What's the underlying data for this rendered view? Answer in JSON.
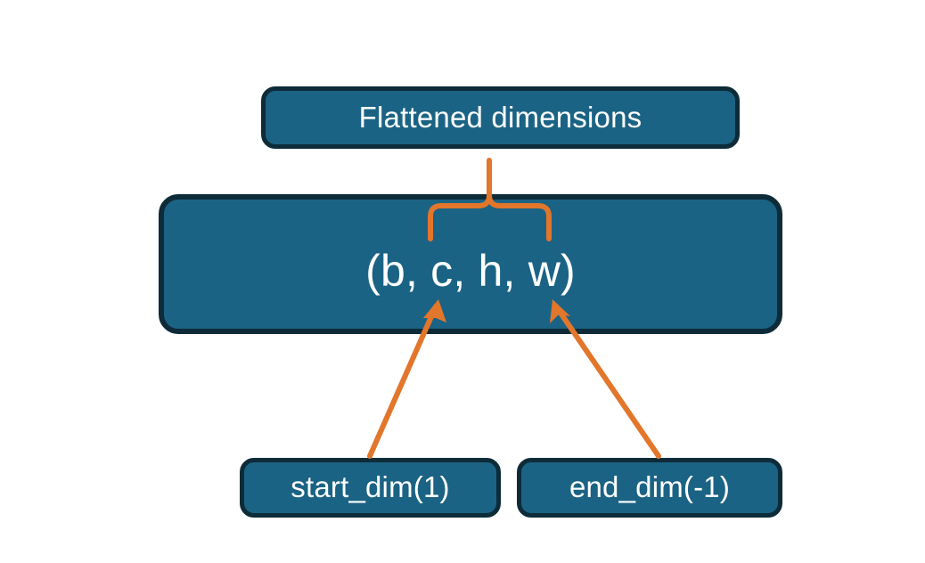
{
  "diagram": {
    "title_node": {
      "label": "Flattened dimensions",
      "name": "flattened-dimensions-box"
    },
    "shape_node": {
      "label": "(b, c, h, w)",
      "name": "tensor-shape-box",
      "dims": [
        "b",
        "c",
        "h",
        "w"
      ]
    },
    "argument_nodes": [
      {
        "label": "start_dim(1)",
        "name": "start-dim-box",
        "points_to_dim": "c"
      },
      {
        "label": "end_dim(-1)",
        "name": "end-dim-box",
        "points_to_dim": "w"
      }
    ],
    "annotations": {
      "brace": {
        "name": "flattened-range-brace",
        "spans_dims": [
          "c",
          "h",
          "w"
        ]
      }
    },
    "colors": {
      "node_fill": "#1b6384",
      "node_border": "#0d2b38",
      "node_text": "#ffffff",
      "connector": "#e2762b",
      "background": "#ffffff"
    }
  }
}
